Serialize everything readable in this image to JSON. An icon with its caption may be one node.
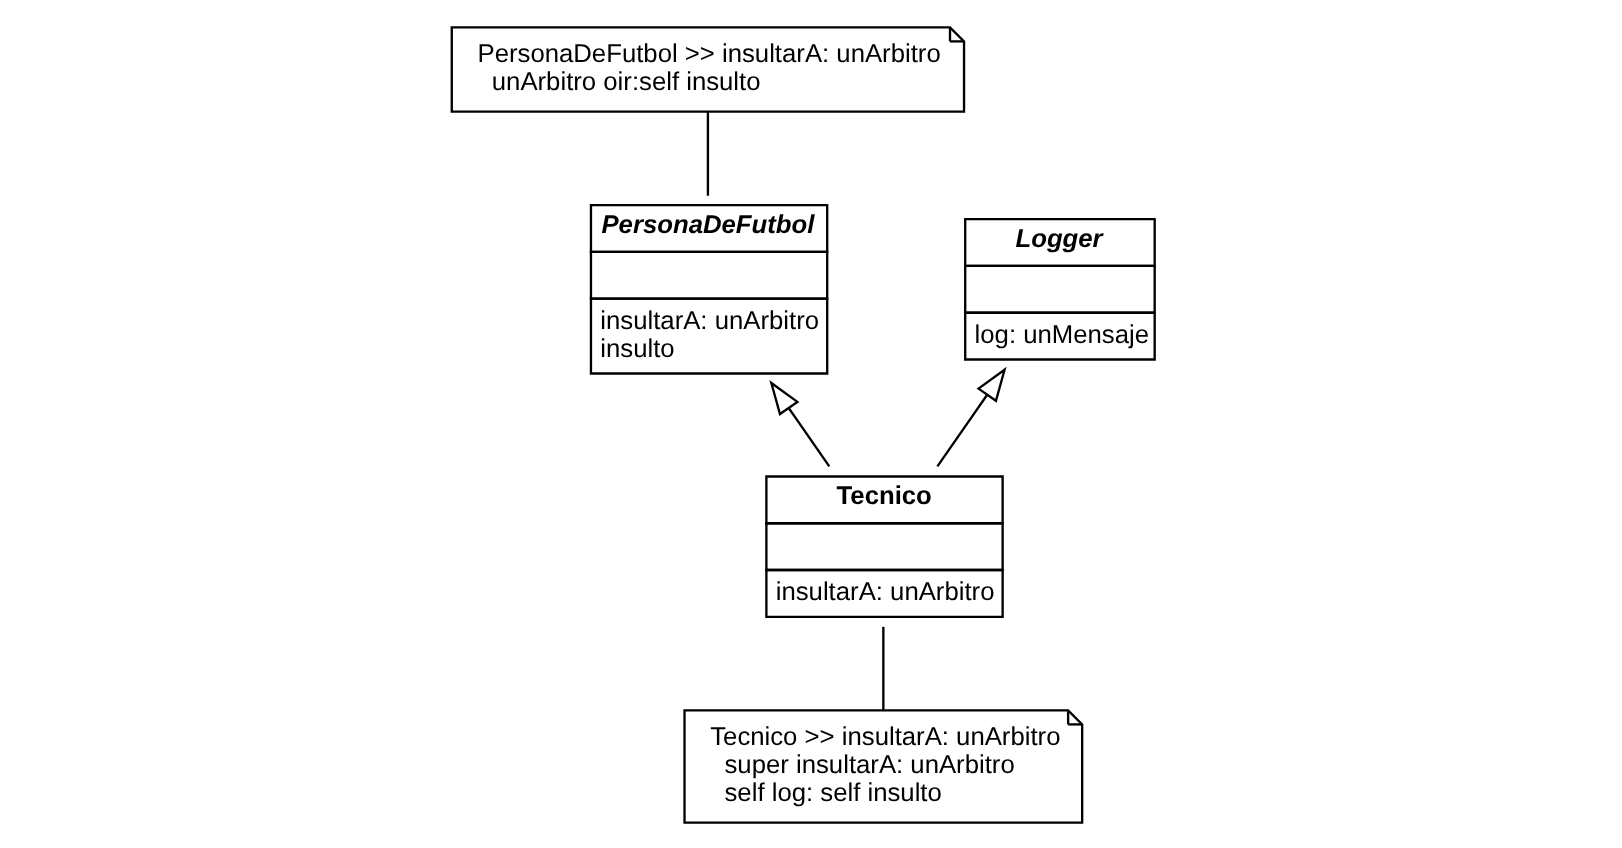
{
  "diagram": {
    "nodes": [
      {
        "text": [
          "PersonaDeFutbol >> insultarA: unArbitro",
          "unArbitro oir:self insulto"
        ]
      },
      {
        "text": [
          "PersonaDeFutbol",
          "insultarA: unArbitro",
          "insulto"
        ]
      },
      {
        "text": [
          "Logger",
          "log: unMensaje"
        ]
      },
      {
        "text": [
          "Tecnico",
          "insultarA: unArbitro"
        ]
      },
      {
        "text": [
          "Tecnico >> insultarA: unArbitro",
          "super insultarA: unArbitro",
          "self log: self insulto"
        ]
      }
    ],
    "edges": [
      {
        "from": 1,
        "to": 0,
        "arrow": "none"
      },
      {
        "from": 3,
        "to": 1,
        "arrow": "to"
      },
      {
        "from": 3,
        "to": 2,
        "arrow": "to"
      },
      {
        "from": 4,
        "to": 3,
        "arrow": "none"
      }
    ]
  }
}
